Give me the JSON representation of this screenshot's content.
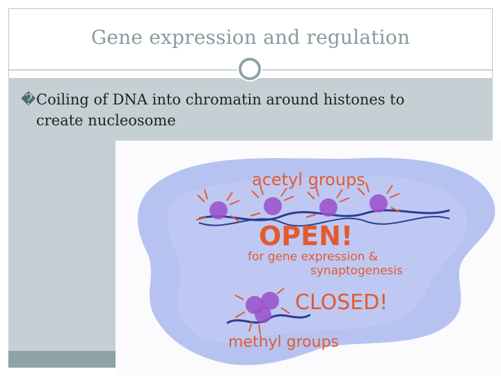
{
  "slide": {
    "title": "Gene expression and regulation",
    "bullet_glyph": "�",
    "bullet_text_line1": "Coiling of DNA into chromatin around histones to",
    "bullet_text_line2": "create nucleosome"
  },
  "illustration": {
    "label_top": "acetyl groups",
    "label_open": "OPEN!",
    "label_purpose_line1": "for gene expression &",
    "label_purpose_line2": "synaptogenesis",
    "label_closed": "CLOSED!",
    "label_bottom": "methyl groups"
  },
  "colors": {
    "title": "#8a9aa0",
    "content_bg": "#c5cfd4",
    "accent_bar": "#8fa3a6",
    "blob": "#a9b8ef",
    "annotation_ink": "#e35a2f",
    "histone": "#9b4fc9"
  }
}
